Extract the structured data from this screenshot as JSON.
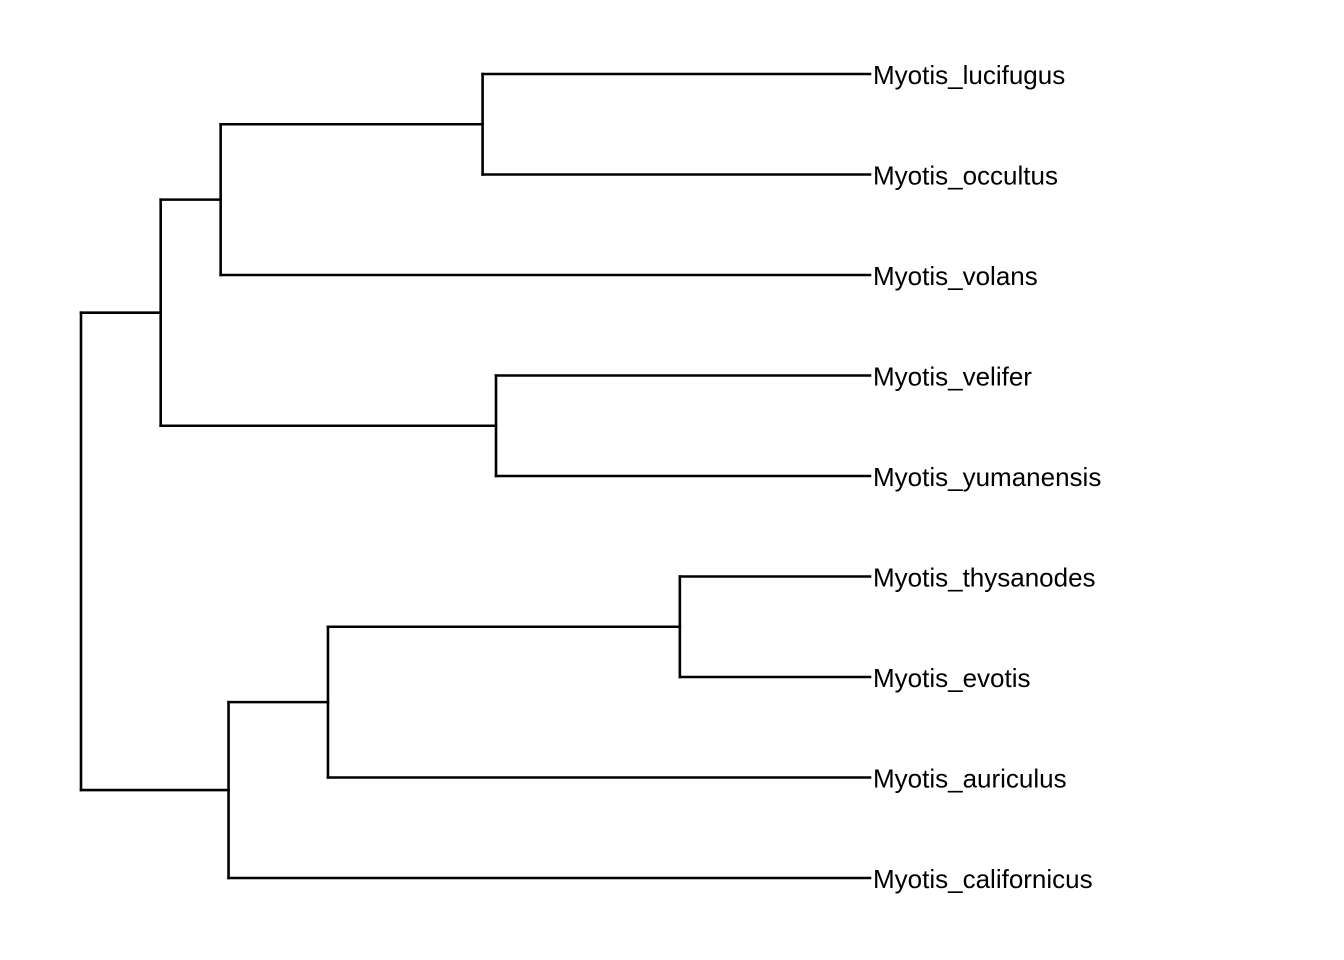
{
  "chart_data": {
    "type": "dendrogram",
    "orientation": "rightwards",
    "line_color": "#000000",
    "tree": {
      "depth": 0,
      "children": [
        {
          "depth": 0.101,
          "children": [
            {
              "depth": 0.177,
              "children": [
                {
                  "depth": 0.509,
                  "children": [
                    {
                      "label": "Myotis_lucifugus",
                      "depth": 1
                    },
                    {
                      "label": "Myotis_occultus",
                      "depth": 1
                    }
                  ]
                },
                {
                  "label": "Myotis_volans",
                  "depth": 1
                }
              ]
            },
            {
              "depth": 0.526,
              "children": [
                {
                  "label": "Myotis_velifer",
                  "depth": 1
                },
                {
                  "label": "Myotis_yumanensis",
                  "depth": 1
                }
              ]
            }
          ]
        },
        {
          "depth": 0.187,
          "children": [
            {
              "depth": 0.313,
              "children": [
                {
                  "depth": 0.759,
                  "children": [
                    {
                      "label": "Myotis_thysanodes",
                      "depth": 1
                    },
                    {
                      "label": "Myotis_evotis",
                      "depth": 1
                    }
                  ]
                },
                {
                  "label": "Myotis_auriculus",
                  "depth": 1
                }
              ]
            },
            {
              "label": "Myotis_californicus",
              "depth": 1
            }
          ]
        }
      ]
    }
  }
}
